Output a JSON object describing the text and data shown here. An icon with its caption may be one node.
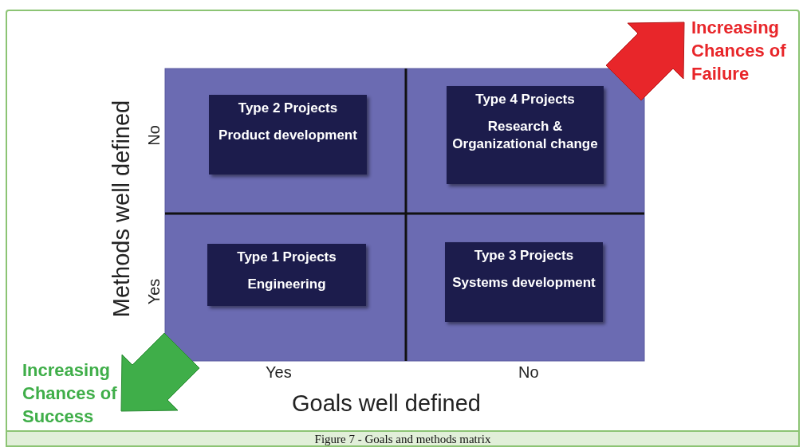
{
  "diagram": {
    "caption": "Figure 7 - Goals and methods matrix",
    "nodes": [
      {
        "text": [
          "Type 2 Projects",
          "Product development"
        ]
      },
      {
        "text": [
          "Type 4 Projects",
          "Research & Organizational change"
        ]
      },
      {
        "text": [
          "Type 1 Projects",
          "Engineering"
        ]
      },
      {
        "text": [
          "Type 3 Projects",
          "Systems development"
        ]
      }
    ],
    "edges": [],
    "labels": [
      "Increasing Chances of Failure",
      "Methods well defined",
      "No",
      "Yes",
      "Increasing Chances of Success",
      "Yes",
      "No",
      "Goals well defined"
    ]
  }
}
